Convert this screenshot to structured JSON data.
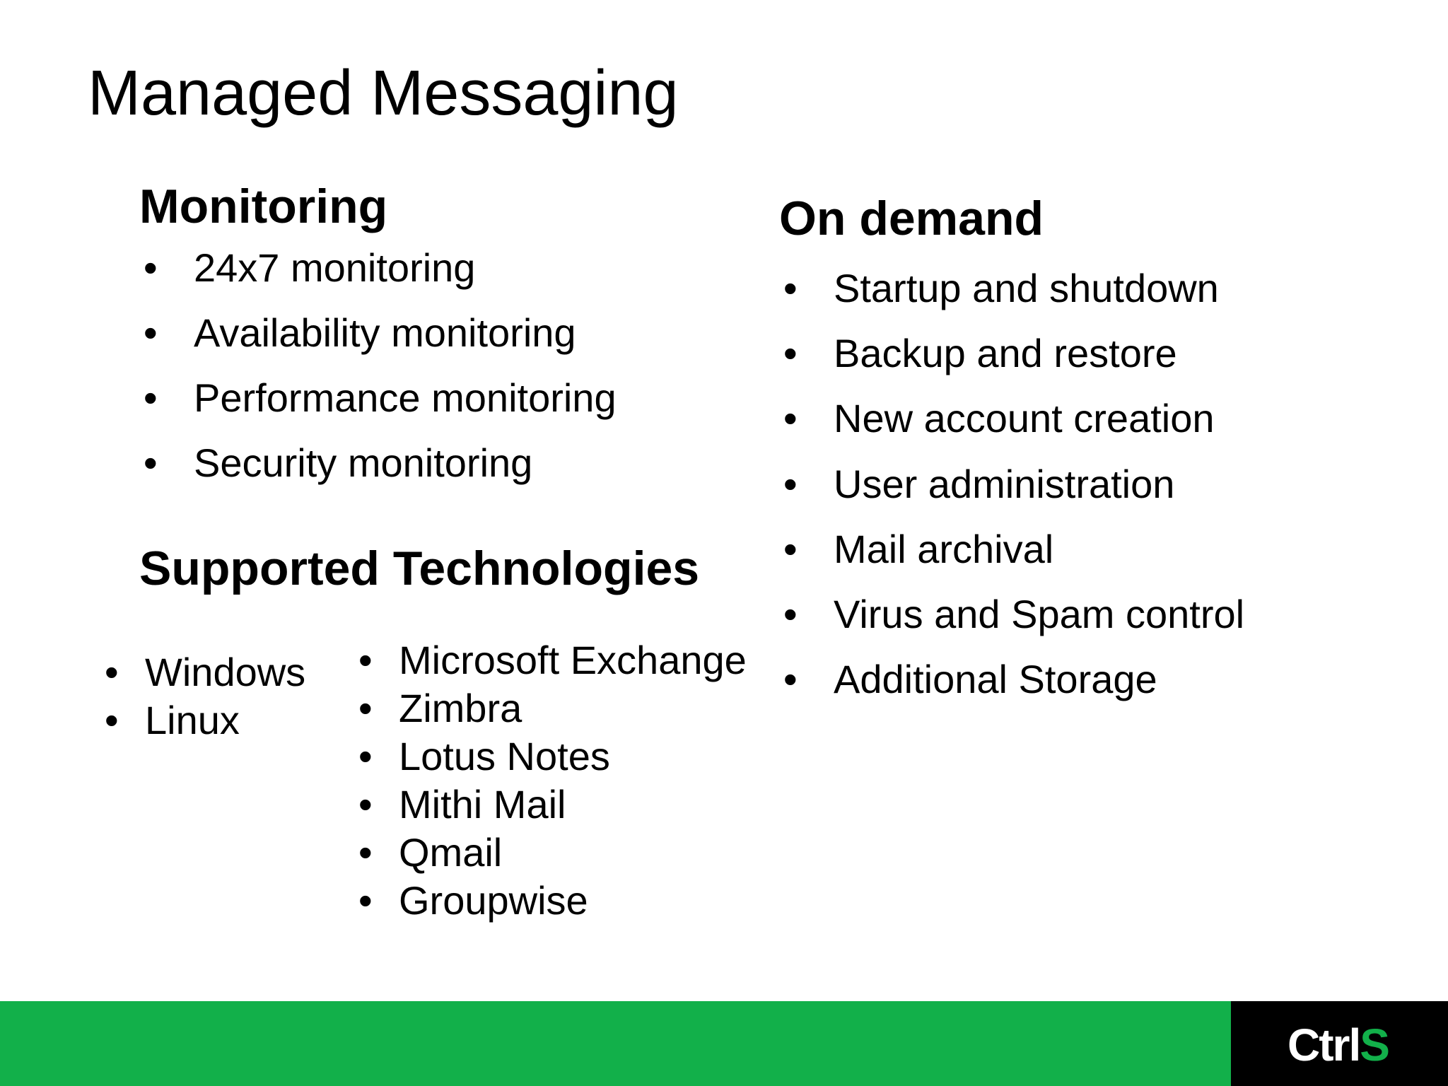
{
  "title": "Managed Messaging",
  "monitoring": {
    "heading": "Monitoring",
    "items": [
      "24x7 monitoring",
      "Availability monitoring",
      "Performance monitoring",
      "Security monitoring"
    ]
  },
  "supported": {
    "heading": "Supported Technologies",
    "os": [
      "Windows",
      "Linux"
    ],
    "platforms": [
      "Microsoft Exchange",
      "Zimbra",
      "Lotus Notes",
      "Mithi Mail",
      "Qmail",
      "Groupwise"
    ]
  },
  "on_demand": {
    "heading": "On demand",
    "items": [
      "Startup and shutdown",
      "Backup and restore",
      "New account creation",
      "User administration",
      "Mail archival",
      "Virus and Spam control",
      "Additional Storage"
    ]
  },
  "bullet": "•",
  "footer": {
    "logo_main": "Ctrl",
    "logo_accent": "S",
    "green": "#12b04a",
    "black": "#000000"
  }
}
